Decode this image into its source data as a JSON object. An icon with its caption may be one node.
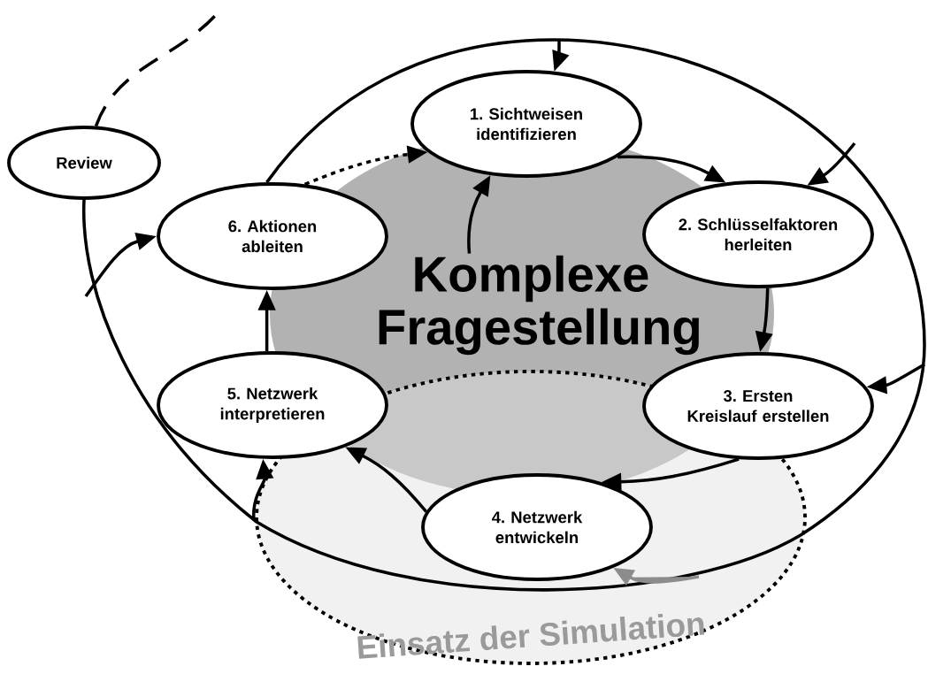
{
  "diagram": {
    "nodes": [
      {
        "text": [
          "Review"
        ]
      },
      {
        "text": [
          "1. Sichtweisen identifizieren"
        ]
      },
      {
        "text": [
          "2. Schlüsselfaktoren herleiten"
        ]
      },
      {
        "text": [
          "3. Ersten Kreislauf erstellen"
        ]
      },
      {
        "text": [
          "4. Netzwerk entwickeln"
        ]
      },
      {
        "text": [
          "5. Netzwerk interpretieren"
        ]
      },
      {
        "text": [
          "6. Aktionen ableiten"
        ]
      },
      {
        "text": [
          "Komplexe Fragestellung"
        ]
      },
      {
        "text": [
          "Einsatz der Simulation"
        ]
      }
    ],
    "edges": [
      {
        "from": 1,
        "to": 2,
        "arrow": "to"
      },
      {
        "from": 2,
        "to": 3,
        "arrow": "to"
      },
      {
        "from": 3,
        "to": 4,
        "arrow": "to"
      },
      {
        "from": 4,
        "to": 5,
        "arrow": "to"
      },
      {
        "from": 5,
        "to": 6,
        "arrow": "to"
      },
      {
        "from": 6,
        "to": 1,
        "arrow": "to",
        "style": "dashed"
      },
      {
        "from": 7,
        "to": 1,
        "arrow": "to"
      },
      {
        "from": 6,
        "to": 0,
        "arrow": "none"
      },
      {
        "from": 0,
        "to": null,
        "arrow": "none",
        "style": "dashed"
      },
      {
        "from": null,
        "to": 1,
        "arrow": "to"
      },
      {
        "from": null,
        "to": 2,
        "arrow": "to"
      },
      {
        "from": null,
        "to": 3,
        "arrow": "to"
      },
      {
        "from": null,
        "to": 4,
        "arrow": "to",
        "color": "#8c8c8c"
      },
      {
        "from": null,
        "to": 5,
        "arrow": "to"
      },
      {
        "from": null,
        "to": 6,
        "arrow": "to"
      }
    ]
  }
}
